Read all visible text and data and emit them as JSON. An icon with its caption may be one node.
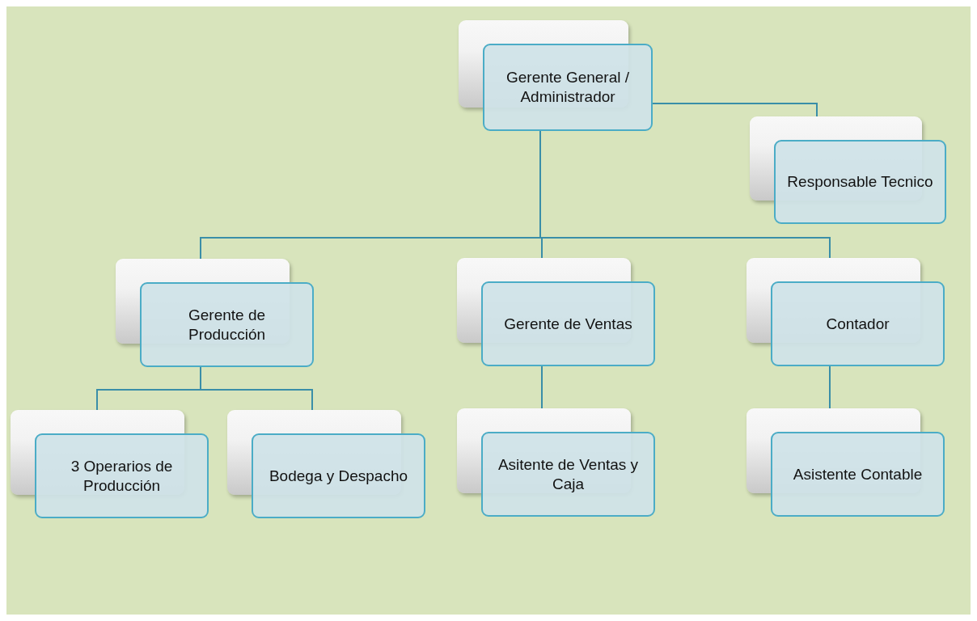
{
  "diagram": {
    "nodes": [
      {
        "text": [
          "Gerente General / Administrador"
        ]
      },
      {
        "text": [
          "Responsable Tecnico"
        ]
      },
      {
        "text": [
          "Gerente de Producción"
        ]
      },
      {
        "text": [
          "Gerente de Ventas"
        ]
      },
      {
        "text": [
          "Contador"
        ]
      },
      {
        "text": [
          "3 Operarios de Producción"
        ]
      },
      {
        "text": [
          "Bodega y Despacho"
        ]
      },
      {
        "text": [
          "Asitente de Ventas y Caja"
        ]
      },
      {
        "text": [
          "Asistente Contable"
        ]
      }
    ],
    "edges": [
      {
        "from": 0,
        "to": 1,
        "arrow": "none"
      },
      {
        "from": 0,
        "to": 2,
        "arrow": "none"
      },
      {
        "from": 0,
        "to": 3,
        "arrow": "none"
      },
      {
        "from": 0,
        "to": 4,
        "arrow": "none"
      },
      {
        "from": 2,
        "to": 5,
        "arrow": "none"
      },
      {
        "from": 2,
        "to": 6,
        "arrow": "none"
      },
      {
        "from": 3,
        "to": 7,
        "arrow": "none"
      },
      {
        "from": 4,
        "to": 8,
        "arrow": "none"
      }
    ]
  }
}
